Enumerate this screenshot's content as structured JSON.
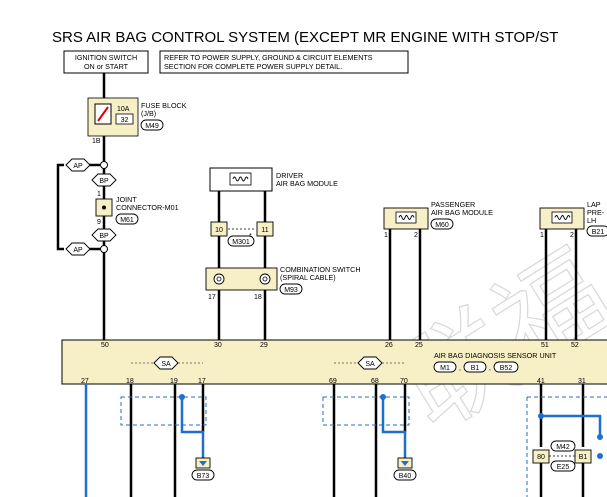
{
  "title": "SRS AIR BAG CONTROL SYSTEM (EXCEPT MR ENGINE WITH STOP/ST",
  "ignition_box": [
    "IGNITION SWITCH",
    "ON or START"
  ],
  "note_box": [
    "REFER TO POWER SUPPLY, GROUND & CIRCUIT ELEMENTS",
    "SECTION FOR COMPLETE POWER SUPPLY DETAIL."
  ],
  "fuse": {
    "rating": "10A",
    "number": "32",
    "name": [
      "FUSE BLOCK",
      "(J/B)"
    ],
    "connector": "M49",
    "pin": "1B"
  },
  "joint_connector": {
    "name": [
      "JOINT",
      "CONNECTOR-M01"
    ],
    "connector": "M61",
    "pin_top": "1",
    "pin_bottom": "9",
    "tags": [
      "AP",
      "BP",
      "BP",
      "AP"
    ]
  },
  "driver_module": {
    "name": [
      "DRIVER",
      "AIR BAG MODULE"
    ]
  },
  "driver_connector": {
    "pins": [
      "10",
      "11"
    ],
    "connector": "M301",
    "star": "*"
  },
  "combination_switch": {
    "name": [
      "COMBINATION SWITCH",
      "(SPIRAL CABLE)"
    ],
    "connector": "M93",
    "pins": [
      "17",
      "18"
    ]
  },
  "passenger_module": {
    "name": [
      "PASSENGER",
      "AIR BAG MODULE"
    ],
    "connector": "M60",
    "pins": [
      "1",
      "2"
    ]
  },
  "lap_module": {
    "name": [
      "LAP",
      "PRE-",
      "LH"
    ],
    "connector": "B21",
    "pins": [
      "1",
      "2"
    ]
  },
  "diag_unit": {
    "name": "AIR BAG DIAGNOSIS SENSOR UNIT",
    "connectors": [
      "M1",
      "B1",
      "B52"
    ],
    "top_pins": [
      "50",
      "30",
      "29",
      "26",
      "25",
      "51",
      "52"
    ],
    "bottom_pins": [
      "27",
      "18",
      "19",
      "17",
      "69",
      "68",
      "70",
      "41",
      "31"
    ],
    "sa_tags": [
      "SA",
      "SA"
    ]
  },
  "bottom_connectors": {
    "left": "B73",
    "middle": "B40",
    "right_top": "M42",
    "right_bottom": "E25",
    "right_pin_a": "80",
    "right_pin_b": "B1"
  },
  "watermark": "联福"
}
